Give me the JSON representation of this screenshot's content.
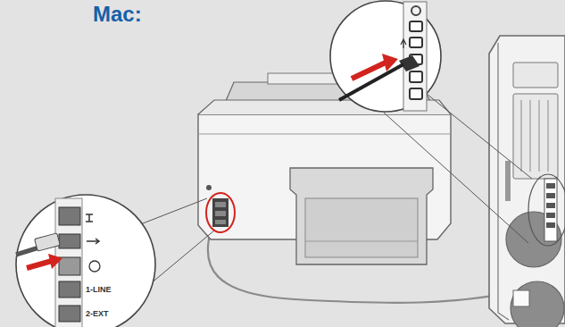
{
  "diagram": {
    "title": "Mac:",
    "labels": [
      "1-LINE",
      "2-EXT"
    ]
  }
}
